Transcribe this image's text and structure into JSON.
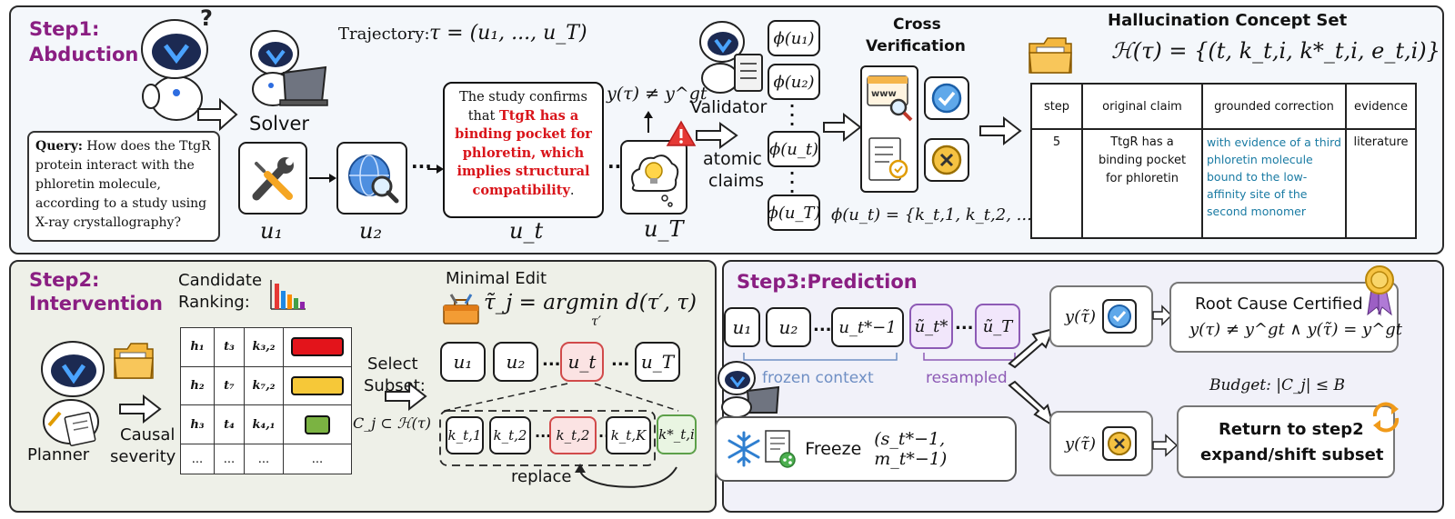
{
  "step1": {
    "title": "Step1:",
    "subtitle": "Abduction",
    "trajectory_label": "Trajectory:",
    "trajectory_formula": "τ = (u₁, ..., u_T)",
    "query_label": "Query:",
    "query_text": "How does the TtgR protein interact with the phloretin molecule, according to a study using X-ray crystallography?",
    "solver_label": "Solver",
    "nodes": [
      "u₁",
      "u₂",
      "u_t",
      "u_T"
    ],
    "claim_prefix": "The study confirms that ",
    "claim_highlight": "TtgR has a binding pocket for phloretin, which implies structural compatibility",
    "claim_suffix": ".",
    "mismatch": "y(τ) ≠ y^gt",
    "validator_label": "Validator",
    "atomic_label_1": "atomic",
    "atomic_label_2": "claims",
    "phi_boxes": [
      "ϕ(u₁)",
      "ϕ(u₂)",
      "ϕ(u_t)",
      "ϕ(u_T)"
    ],
    "phi_set": "ϕ(u_t) = {k_t,1, k_t,2, ...}",
    "cross_title_1": "Cross",
    "cross_title_2": "Verification",
    "www_label": "www",
    "hcs_title": "Hallucination Concept Set",
    "hcs_formula": "ℋ(τ) = {(t, k_t,i, k*_t,i, e_t,i)}",
    "table_headers": [
      "step",
      "original claim",
      "grounded correction",
      "evidence"
    ],
    "table_row": {
      "step": "5",
      "original": "TtgR has a binding pocket for phloretin",
      "correction": "with evidence of a third phloretin molecule bound to the low-affinity site of the second monomer",
      "evidence": "literature"
    }
  },
  "step2": {
    "title": "Step2:",
    "subtitle": "Intervention",
    "ranking_label_1": "Candidate",
    "ranking_label_2": "Ranking:",
    "planner_label": "Planner",
    "causal_label_1": "Causal",
    "causal_label_2": "severity",
    "rows": [
      {
        "h": "h₁",
        "t": "t₃",
        "k": "k₃,₂"
      },
      {
        "h": "h₂",
        "t": "t₇",
        "k": "k₇,₂"
      },
      {
        "h": "h₃",
        "t": "t₄",
        "k": "k₄,₁"
      },
      {
        "h": "...",
        "t": "...",
        "k": "..."
      }
    ],
    "ellipsis": "...",
    "select_label_1": "Select",
    "select_label_2": "Subset:",
    "subset_formula": "C_j ⊂ ℋ(τ)",
    "minimal_edit_label": "Minimal Edit",
    "argmin_lhs": "τ̃_j = argmin d(τ′, τ)",
    "argmin_sub": "τ′",
    "traj_nodes": [
      "u₁",
      "u₂",
      "u_t",
      "u_T"
    ],
    "claim_nodes": [
      "k_t,1",
      "k_t,2",
      "k_t,2",
      "k_t,K",
      "k*_t,i"
    ],
    "replace_label": "replace"
  },
  "step3": {
    "title": "Step3:Prediction",
    "nodes": [
      "u₁",
      "u₂",
      "u_t*−1",
      "ũ_t*",
      "ũ_T"
    ],
    "frozen_label": "frozen context",
    "resampled_label": "resampled",
    "freeze_label": "Freeze",
    "freeze_formula": "(s_t*−1, m_t*−1)",
    "y_tilde": "y(τ̃)",
    "root_cause_title": "Root Cause Certified",
    "root_cause_formula": "y(τ) ≠ y^gt ∧ y(τ̃) = y^gt",
    "budget": "Budget: |C_j| ≤ B",
    "return_line_1": "Return to step2",
    "return_line_2": "expand/shift subset"
  },
  "colors": {
    "step_title": "#8a1e82",
    "claim_red": "#d9141a",
    "correction_blue": "#1a7ba3",
    "sev_high": "#e3141b",
    "sev_mid": "#f6c838",
    "sev_low": "#7bb342",
    "purple_node": "#8d5ab5",
    "red_node": "#d14a4a",
    "green_node": "#5da04a"
  },
  "icons": [
    "robot-thinking-icon",
    "robot-laptop-icon",
    "wrench-screwdriver-icon",
    "globe-search-icon",
    "lightbulb-cloud-icon",
    "warning-icon",
    "robot-clipboard-icon",
    "folder-icon",
    "webpage-search-icon",
    "checklist-icon",
    "check-badge-icon",
    "cross-badge-icon",
    "bar-chart-icon",
    "toolbox-icon",
    "planner-robot-icon",
    "snowflake-icon",
    "document-share-icon",
    "award-ribbon-icon",
    "refresh-icon"
  ]
}
